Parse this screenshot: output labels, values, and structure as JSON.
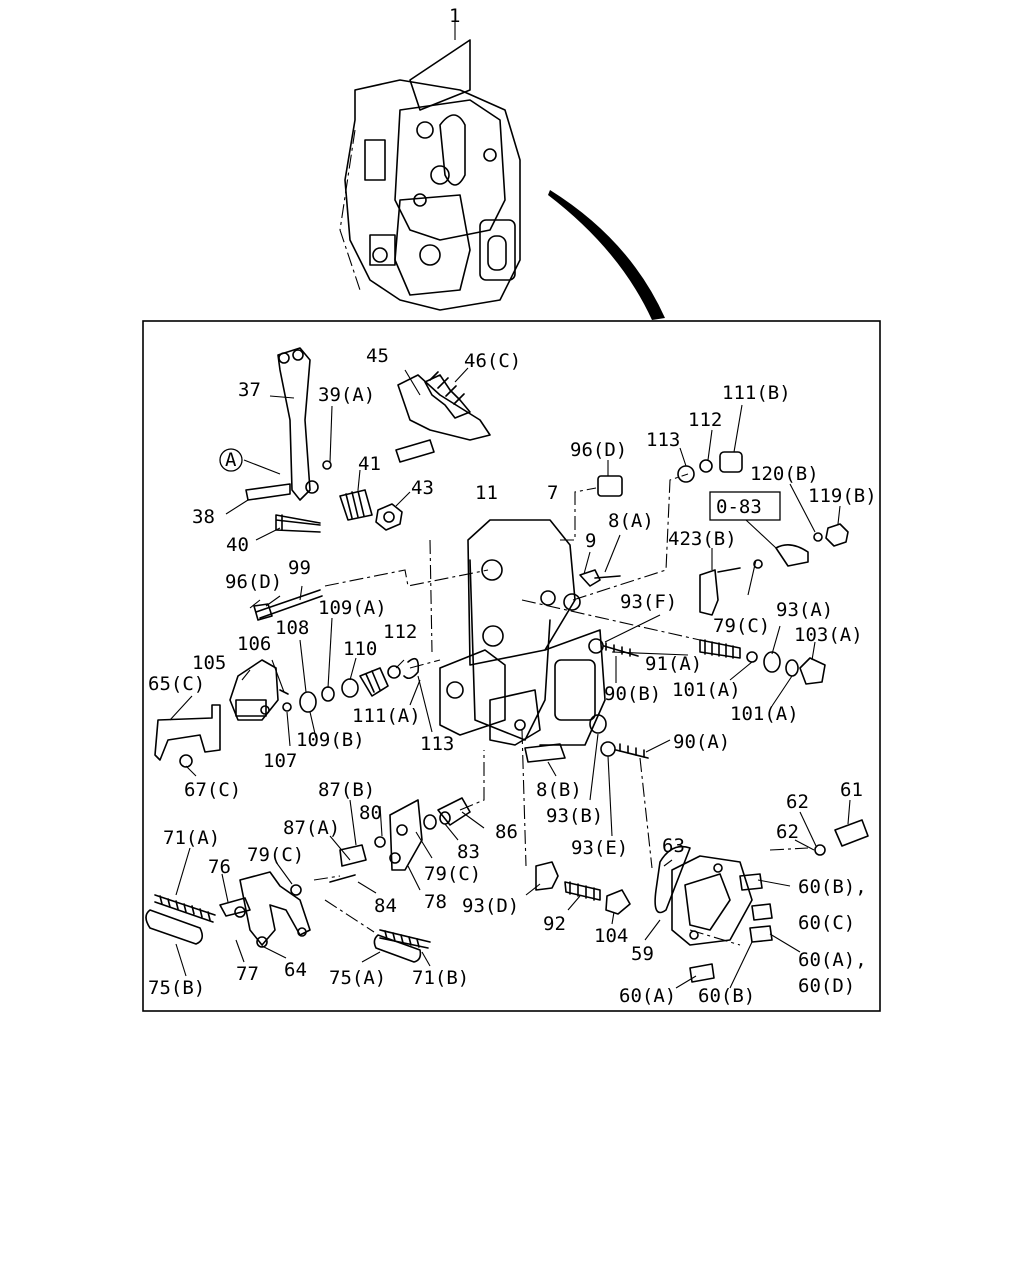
{
  "labels": [
    {
      "id": "p1",
      "text": "1"
    },
    {
      "id": "p45",
      "text": "45"
    },
    {
      "id": "p46c",
      "text": "46(C)"
    },
    {
      "id": "p37",
      "text": "37"
    },
    {
      "id": "p39a",
      "text": "39(A)"
    },
    {
      "id": "circleA",
      "text": "A"
    },
    {
      "id": "p41",
      "text": "41"
    },
    {
      "id": "p43",
      "text": "43"
    },
    {
      "id": "p38",
      "text": "38"
    },
    {
      "id": "p40",
      "text": "40"
    },
    {
      "id": "p11",
      "text": "11"
    },
    {
      "id": "p7",
      "text": "7"
    },
    {
      "id": "p96d_top",
      "text": "96(D)"
    },
    {
      "id": "p113_top",
      "text": "113"
    },
    {
      "id": "p112_top",
      "text": "112"
    },
    {
      "id": "p111b",
      "text": "111(B)"
    },
    {
      "id": "p120b",
      "text": "120(B)"
    },
    {
      "id": "p119b",
      "text": "119(B)"
    },
    {
      "id": "ref083",
      "text": "0-83"
    },
    {
      "id": "p9",
      "text": "9"
    },
    {
      "id": "p8a",
      "text": "8(A)"
    },
    {
      "id": "p423b",
      "text": "423(B)"
    },
    {
      "id": "p96d_left",
      "text": "96(D)"
    },
    {
      "id": "p99",
      "text": "99"
    },
    {
      "id": "p93f",
      "text": "93(F)"
    },
    {
      "id": "p79c_right",
      "text": "79(C)"
    },
    {
      "id": "p93a",
      "text": "93(A)"
    },
    {
      "id": "p103a",
      "text": "103(A)"
    },
    {
      "id": "p106",
      "text": "106"
    },
    {
      "id": "p108",
      "text": "108"
    },
    {
      "id": "p109a",
      "text": "109(A)"
    },
    {
      "id": "p110",
      "text": "110"
    },
    {
      "id": "p112_mid",
      "text": "112"
    },
    {
      "id": "p91a",
      "text": "91(A)"
    },
    {
      "id": "p105",
      "text": "105"
    },
    {
      "id": "p65c",
      "text": "65(C)"
    },
    {
      "id": "p90b",
      "text": "90(B)"
    },
    {
      "id": "p101a_1",
      "text": "101(A)"
    },
    {
      "id": "p101a_2",
      "text": "101(A)"
    },
    {
      "id": "p111a",
      "text": "111(A)"
    },
    {
      "id": "p109b",
      "text": "109(B)"
    },
    {
      "id": "p113_mid",
      "text": "113"
    },
    {
      "id": "p90a",
      "text": "90(A)"
    },
    {
      "id": "p107",
      "text": "107"
    },
    {
      "id": "p67c",
      "text": "67(C)"
    },
    {
      "id": "p8b",
      "text": "8(B)"
    },
    {
      "id": "p87b",
      "text": "87(B)"
    },
    {
      "id": "p80",
      "text": "80"
    },
    {
      "id": "p86",
      "text": "86"
    },
    {
      "id": "p62_1",
      "text": "62"
    },
    {
      "id": "p61",
      "text": "61"
    },
    {
      "id": "p93b",
      "text": "93(B)"
    },
    {
      "id": "p71a",
      "text": "71(A)"
    },
    {
      "id": "p87a",
      "text": "87(A)"
    },
    {
      "id": "p62_2",
      "text": "62"
    },
    {
      "id": "p83",
      "text": "83"
    },
    {
      "id": "p93e",
      "text": "93(E)"
    },
    {
      "id": "p76",
      "text": "76"
    },
    {
      "id": "p79c_left",
      "text": "79(C)"
    },
    {
      "id": "p79c_mid",
      "text": "79(C)"
    },
    {
      "id": "p63",
      "text": "63"
    },
    {
      "id": "p60b_c",
      "text": "60(B),"
    },
    {
      "id": "p60c",
      "text": "60(C)"
    },
    {
      "id": "p84",
      "text": "84"
    },
    {
      "id": "p78",
      "text": "78"
    },
    {
      "id": "p93d",
      "text": "93(D)"
    },
    {
      "id": "p92",
      "text": "92"
    },
    {
      "id": "p104",
      "text": "104"
    },
    {
      "id": "p59",
      "text": "59"
    },
    {
      "id": "p60a_c",
      "text": "60(A),"
    },
    {
      "id": "p60d",
      "text": "60(D)"
    },
    {
      "id": "p77",
      "text": "77"
    },
    {
      "id": "p64",
      "text": "64"
    },
    {
      "id": "p75a",
      "text": "75(A)"
    },
    {
      "id": "p71b",
      "text": "71(B)"
    },
    {
      "id": "p60a",
      "text": "60(A)"
    },
    {
      "id": "p60b",
      "text": "60(B)"
    },
    {
      "id": "p75b",
      "text": "75(B)"
    }
  ]
}
